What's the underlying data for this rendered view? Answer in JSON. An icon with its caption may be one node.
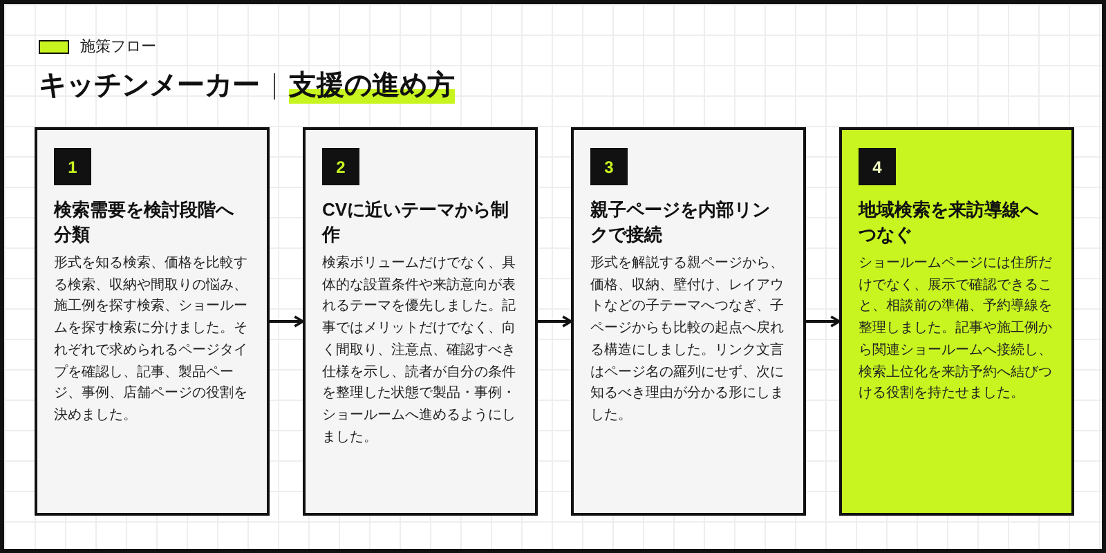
{
  "diagram": {
    "title": "キッチンメーカー",
    "nodes": [
      {
        "text": [
          "1",
          "検索需要を検討段階へ分類",
          "形式を知る検索、価格を比較する検索、収納や間取りの悩み、施工例を探す検索、ショールームを探す検索に分けました。それぞれで求められるページタイプを確認し、記事、製品ページ、事例、店舗ページの役割を決めました。"
        ]
      },
      {
        "text": [
          "2",
          "CVに近いテーマから制作",
          "検索ボリュームだけでなく、具体的な設置条件や来訪意向が表れるテーマを優先しました。記事ではメリットだけでなく、向く間取り、注意点、確認すべき仕様を示し、読者が自分の条件を整理した状態で製品・事例・ショールームへ進めるようにしました。"
        ]
      },
      {
        "text": [
          "3",
          "親子ページを内部リンクで接続",
          "形式を解説する親ページから、価格、収納、壁付け、レイアウトなどの子テーマへつなぎ、子ページからも比較の起点へ戻れる構造にしました。リンク文言はページ名の羅列にせず、次に知るべき理由が分かる形にしました。"
        ]
      },
      {
        "text": [
          "4",
          "地域検索を来訪導線へつなぐ",
          "ショールームページには住所だけでなく、展示で確認できること、相談前の準備、予約導線を整理しました。記事や施工例から関連ショールームへ接続し、検索上位化を来訪予約へ結びつける役割を持たせました。"
        ]
      }
    ],
    "edges": [
      {
        "from": 0,
        "to": 1,
        "arrow": "to"
      },
      {
        "from": 1,
        "to": 2,
        "arrow": "to"
      },
      {
        "from": 2,
        "to": 3,
        "arrow": "to"
      }
    ],
    "labels": [
      "施策フロー",
      "支援の進め方"
    ]
  }
}
